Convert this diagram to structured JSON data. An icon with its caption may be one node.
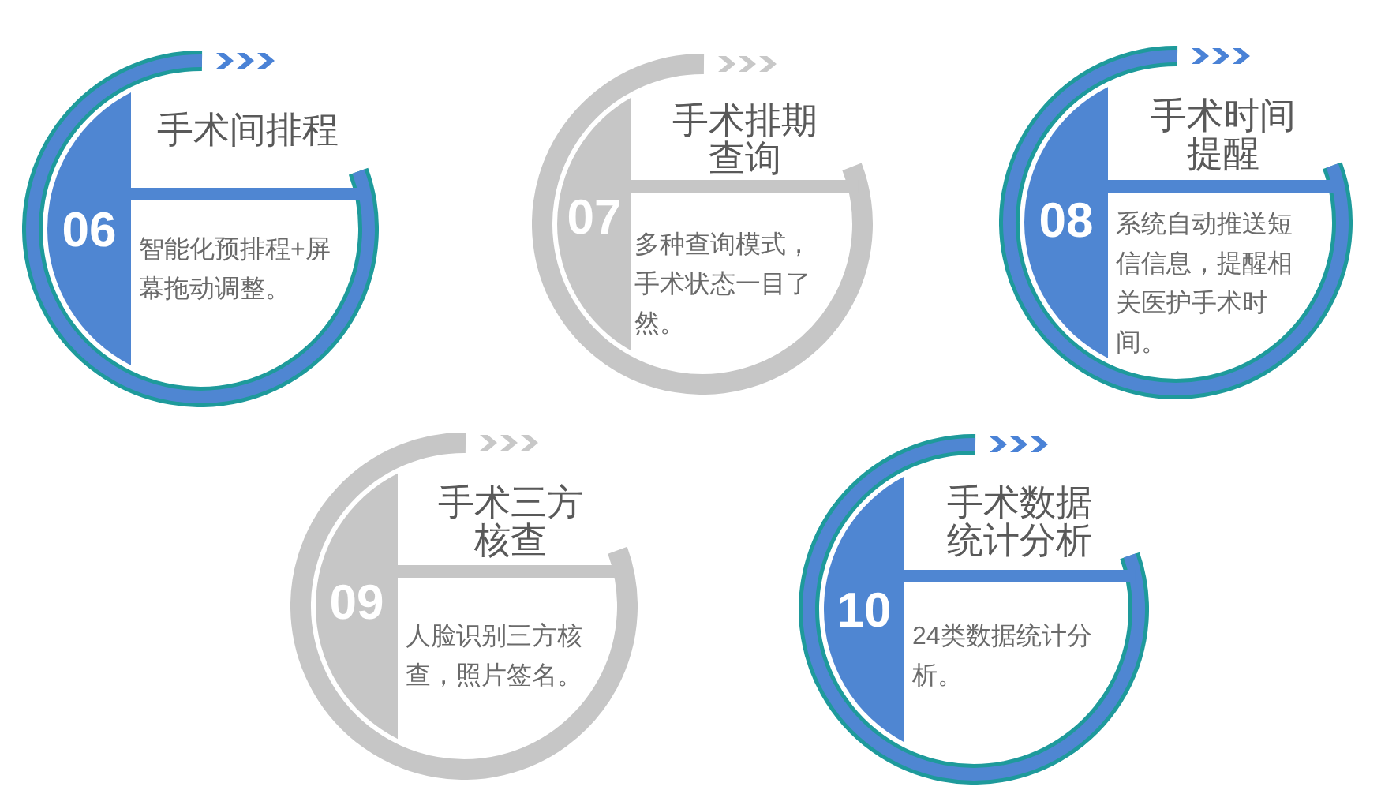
{
  "diagram": {
    "nodes": [
      {
        "text": [
          "06",
          "手术间排程",
          "智能化预排程+屏幕拖动调整。"
        ]
      },
      {
        "text": [
          "07",
          "手术排期查询",
          "多种查询模式，手术状态一目了然。"
        ]
      },
      {
        "text": [
          "08",
          "手术时间提醒",
          "系统自动推送短信信息，提醒相关医护手术时间。"
        ]
      },
      {
        "text": [
          "09",
          "手术三方核查",
          "人脸识别三方核查，照片签名。"
        ]
      },
      {
        "text": [
          "10",
          "手术数据统计分析",
          "24类数据统计分析。"
        ]
      }
    ]
  }
}
